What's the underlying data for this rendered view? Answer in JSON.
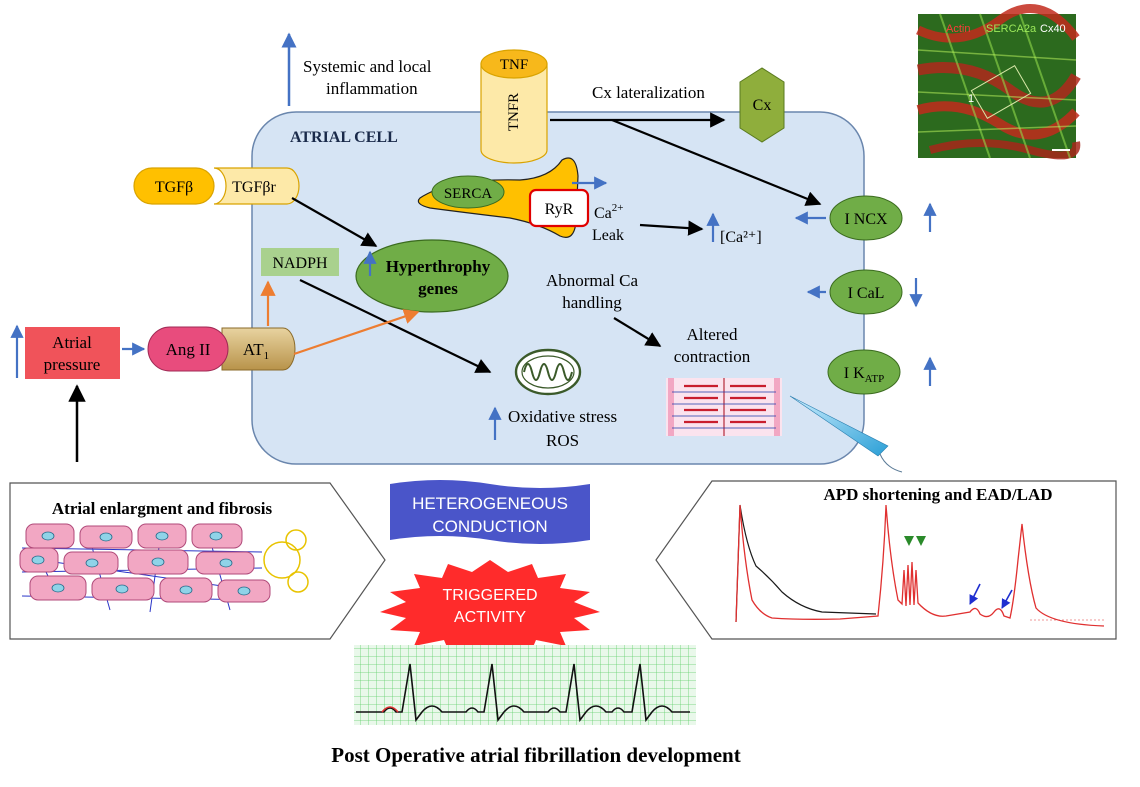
{
  "labels": {
    "inflammation_1": "Systemic and local",
    "inflammation_2": "inflammation",
    "tnf": "TNF",
    "tnfr": "TNFR",
    "cx_lat": "Cx lateralization",
    "cx": "Cx",
    "atrial_cell": "ATRIAL CELL",
    "micro_1": "Actin",
    "micro_2": "SERCA2a",
    "micro_3": "Cx40",
    "micro_num_1": "1",
    "tgfb": "TGFβ",
    "tgfbr": "TGFβr",
    "serca": "SERCA",
    "ryr": "RyR",
    "ca_leak_ion": "Ca",
    "ca_leak_sup": "2+",
    "ca_leak_2": "Leak",
    "ca_conc": "[Ca²⁺]",
    "incx": "I NCX",
    "nadph": "NADPH",
    "hyper_1": "Hyperthrophy",
    "hyper_2": "genes",
    "abn_1": "Abnormal Ca",
    "abn_2": "handling",
    "ical": "I CaL",
    "altered_1": "Altered",
    "altered_2": "contraction",
    "atrial_pressure_1": "Atrial",
    "atrial_pressure_2": "pressure",
    "angii": "Ang II",
    "at1": "AT",
    "at1_sub": "1",
    "ikatp": "I K",
    "ikatp_sub": "ATP",
    "ox_1": "Oxidative stress",
    "ox_2": "ROS",
    "enlarg": "Atrial enlargment and fibrosis",
    "hetero_1": "HETEROGENEOUS",
    "hetero_2": "CONDUCTION",
    "trig_1": "TRIGGERED",
    "trig_2": "ACTIVITY",
    "apd": "APD shortening and EAD/LAD",
    "footer": "Post Operative atrial fibrillation development"
  },
  "colors": {
    "cell_fill": "#d6e4f4",
    "cell_stroke": "#6a86ad",
    "arrow_blue": "#4472c4",
    "arrow_orange": "#ed7d31",
    "green_node": "#70ad47",
    "green_dark": "#548235",
    "cx_fill": "#8fae3c",
    "yellow_light": "#fde9a8",
    "yellow_dark": "#f7b81b",
    "serca_orange": "#ffc000",
    "ryr_stroke": "#e00000",
    "nadph_fill": "#a9d18e",
    "pressure_red": "#f0535a",
    "angii_pink": "#e84c7d",
    "at1_gold": "#c9ab6b",
    "hetero_blue": "#4a55c9",
    "trig_red": "#ff2b2b",
    "ecg_grid": "#3cc04a",
    "cell_pink": "#f2a7c3",
    "nucleus": "#8fd3e8",
    "fibre_blue": "#2b36c8"
  }
}
